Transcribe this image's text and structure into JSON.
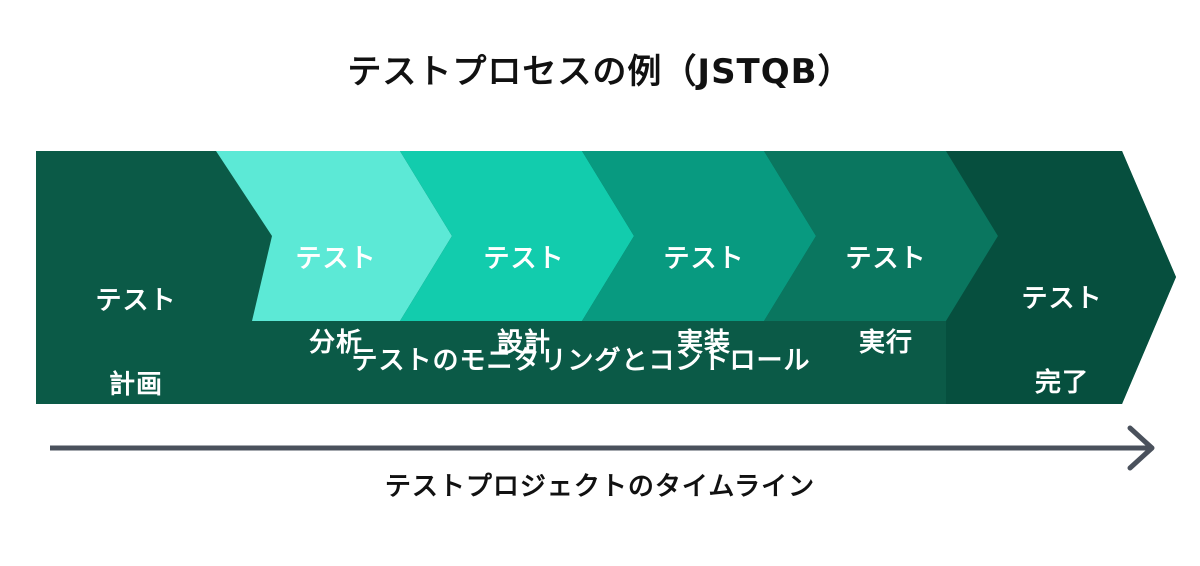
{
  "title": "テストプロセスの例（JSTQB）",
  "stages": [
    {
      "line1": "テスト",
      "line2": "計画",
      "color": "#0b5a47"
    },
    {
      "line1": "テスト",
      "line2": "分析",
      "color": "#5ce9d6"
    },
    {
      "line1": "テスト",
      "line2": "設計",
      "color": "#12ccad"
    },
    {
      "line1": "テスト",
      "line2": "実装",
      "color": "#089a80"
    },
    {
      "line1": "テスト",
      "line2": "実行",
      "color": "#0a765f"
    },
    {
      "line1": "テスト",
      "line2": "完了",
      "color": "#064f3e"
    }
  ],
  "monitoring_label": "テストのモニタリングとコントロール",
  "timeline_label": "テストプロジェクトのタイムライン",
  "colors": {
    "outer_band": "#0b5a47",
    "timeline_arrow": "#4a515c"
  }
}
